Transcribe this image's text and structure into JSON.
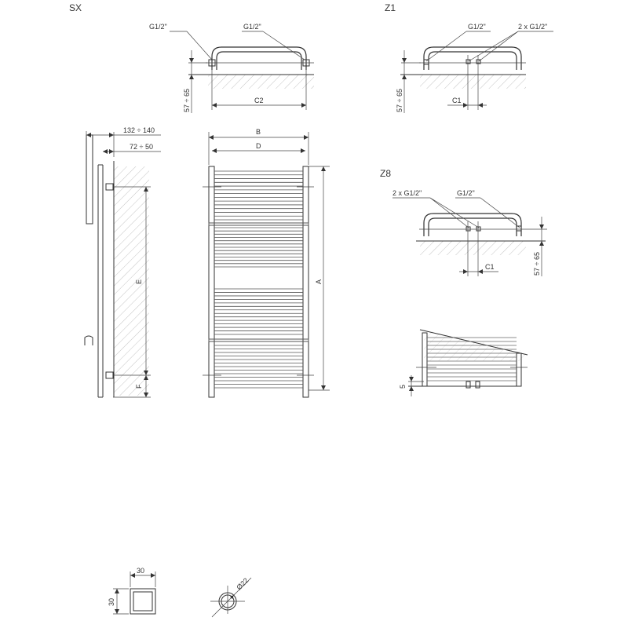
{
  "views": {
    "sx": "SX",
    "z1": "Z1",
    "z8": "Z8"
  },
  "labels": {
    "g12": "G1/2\"",
    "g12_double": "2 x G1/2\"",
    "gap": "57 ÷ 65",
    "c1": "C1",
    "c2": "C2",
    "depth_total": "132 ÷ 140",
    "depth_wall": "72 ÷ 50",
    "b": "B",
    "d": "D",
    "a": "A",
    "e": "E",
    "f": "F",
    "five": "5"
  },
  "profiles": {
    "square_w": "30",
    "square_h": "30",
    "tube_dia": "Ø22"
  }
}
